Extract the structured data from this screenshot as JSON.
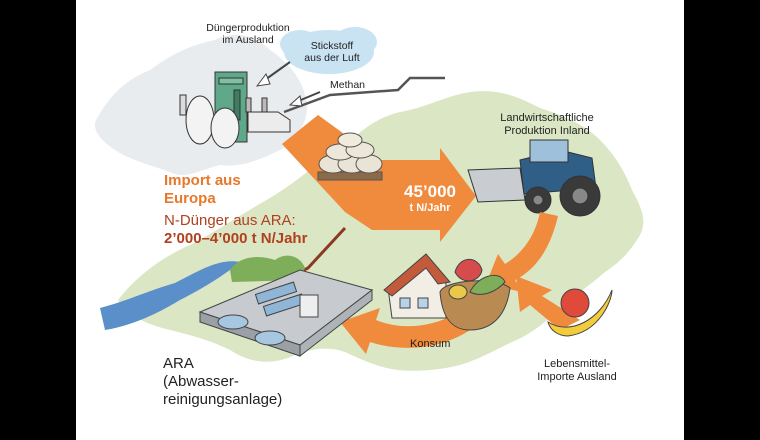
{
  "labels": {
    "fertilizer_production": [
      "Düngerproduktion",
      "im Ausland"
    ],
    "nitrogen_air": [
      "Stickstoff",
      "aus der Luft"
    ],
    "methane": "Methan",
    "agriculture": [
      "Landwirtschaftliche",
      "Produktion Inland"
    ],
    "import_europe": [
      "Import aus",
      "Europa"
    ],
    "n_fertilizer_ara": [
      "N-Dünger aus ARA:",
      "2’000–4’000 t N/Jahr"
    ],
    "flow_amount": "45’000",
    "flow_unit": "t N/Jahr",
    "consumption": "Konsum",
    "food_imports": [
      "Lebensmittel-",
      "Importe Ausland"
    ],
    "ara": [
      "ARA",
      "(Abwasser-",
      "reinigungsanlage)"
    ]
  },
  "colors": {
    "background": "#000000",
    "panel": "#ffffff",
    "switzerland_map": "#dbe6c5",
    "europe_map": "#e9ecef",
    "arrow_orange": "#f08a3c",
    "arrow_text": "#ffffff",
    "import_text": "#e8782a",
    "ara_text": "#b0401e",
    "ara_line": "#8a3a22",
    "river": "#5a8fc9",
    "cloud": "#c9e3f3",
    "tractor": "#2f5f86"
  },
  "icons": [
    "factory-icon",
    "cloud-icon",
    "fertilizer-sacks-icon",
    "tractor-icon",
    "house-icon",
    "food-basket-icon",
    "fruit-icon",
    "wastewater-plant-icon",
    "river-icon"
  ]
}
